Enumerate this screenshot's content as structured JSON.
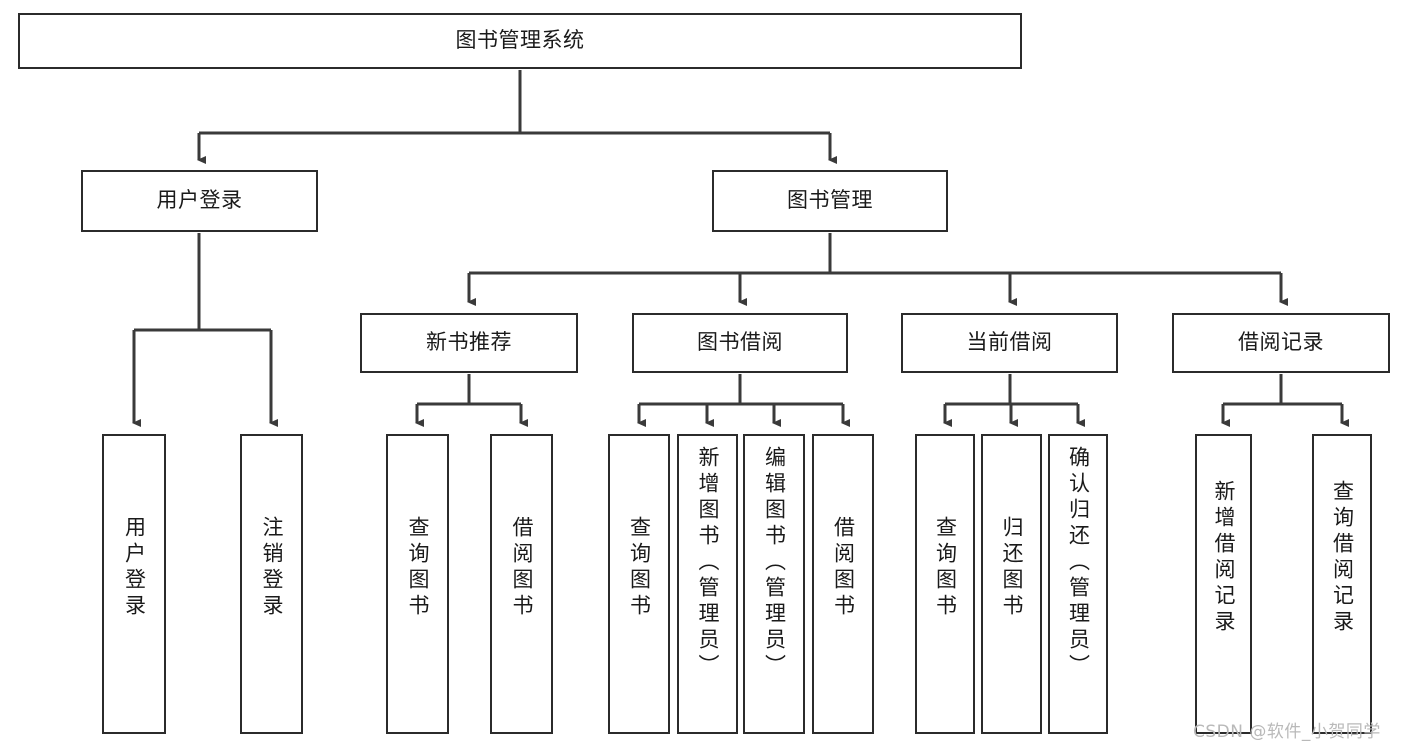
{
  "diagram": {
    "title": "图书管理系统",
    "type": "tree-hierarchy-diagram",
    "colors": {
      "box_border": "#2b2b2b",
      "box_fill": "#ffffff",
      "edge": "#3a3a3a",
      "text": "#1a1a1a",
      "watermark": "#b9b9b9"
    },
    "watermark": "CSDN @软件_小贺同学",
    "nodes": {
      "root": {
        "label": "图书管理系统"
      },
      "level2": [
        {
          "label": "用户登录"
        },
        {
          "label": "图书管理"
        }
      ],
      "level3": [
        {
          "label": "新书推荐"
        },
        {
          "label": "图书借阅"
        },
        {
          "label": "当前借阅"
        },
        {
          "label": "借阅记录"
        }
      ],
      "leaves_user_login": [
        {
          "label": "用户登录"
        },
        {
          "label": "注销登录"
        }
      ],
      "leaves_new_book": [
        {
          "label": "查询图书"
        },
        {
          "label": "借阅图书"
        }
      ],
      "leaves_borrow": [
        {
          "label": "查询图书"
        },
        {
          "label": "新增图书（管理员）"
        },
        {
          "label": "编辑图书（管理员）"
        },
        {
          "label": "借阅图书"
        }
      ],
      "leaves_current": [
        {
          "label": "查询图书"
        },
        {
          "label": "归还图书"
        },
        {
          "label": "确认归还（管理员）"
        }
      ],
      "leaves_records": [
        {
          "label": "新增借阅记录"
        },
        {
          "label": "查询借阅记录"
        }
      ]
    }
  }
}
